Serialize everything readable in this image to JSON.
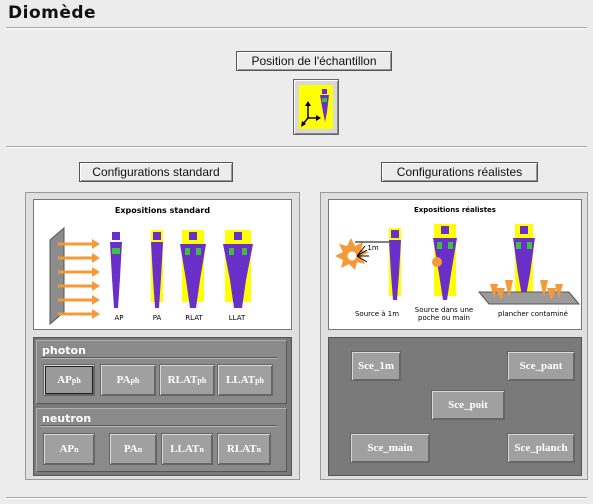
{
  "app": {
    "title": "Diomède"
  },
  "position": {
    "label": "Position de l'échantillon",
    "icon": "sample-position-icon"
  },
  "standard": {
    "label": "Configurations standard",
    "image_title": "Expositions standard",
    "captions": [
      "AP",
      "PA",
      "RLAT",
      "LLAT"
    ],
    "photon": {
      "label": "photon",
      "buttons": [
        {
          "main": "AP",
          "sub": "ph"
        },
        {
          "main": "PA",
          "sub": "ph"
        },
        {
          "main": "RLAT",
          "sub": "ph"
        },
        {
          "main": "LLAT",
          "sub": "ph"
        }
      ]
    },
    "neutron": {
      "label": "neutron",
      "buttons": [
        {
          "main": "AP",
          "sub": "n"
        },
        {
          "main": "PA",
          "sub": "n"
        },
        {
          "main": "LLAT",
          "sub": "n"
        },
        {
          "main": "RLAT",
          "sub": "n"
        }
      ]
    }
  },
  "realistic": {
    "label": "Configurations réalistes",
    "image_title": "Expositions réalistes",
    "dist_label": "1m",
    "captions": [
      "Source à 1m",
      "Source dans une poche ou main",
      "plancher contaminé"
    ],
    "buttons": {
      "sce_1m": "Sce_1m",
      "sce_pant": "Sce_pant",
      "sce_poit": "Sce_poit",
      "sce_main": "Sce_main",
      "sce_planch": "Sce_planch"
    }
  },
  "colors": {
    "background": "#ececec",
    "panel": "#7a7a7a",
    "button": "#a0a0a0",
    "highlight": "#ffff00",
    "body": "#6a2fc8",
    "arrow": "#f59a3a"
  }
}
